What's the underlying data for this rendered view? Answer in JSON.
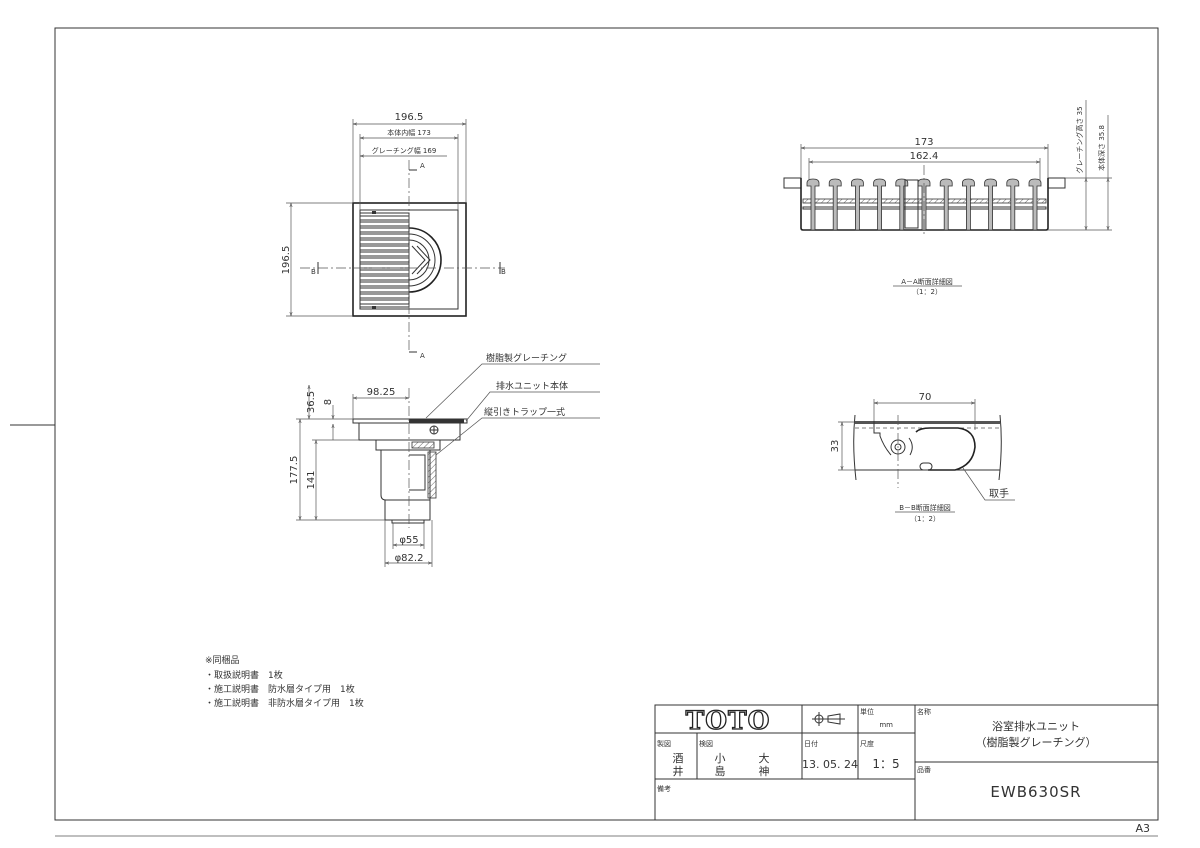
{
  "plan_view": {
    "overall_width": "196.5",
    "inner_width_label": "本体内幅 173",
    "grating_width_label": "グレーチング幅 169",
    "overall_height": "196.5",
    "section_a": "A",
    "section_b": "B"
  },
  "side_view": {
    "dim_98": "98.25",
    "dim_36": "36.5",
    "dim_8": "8",
    "dim_177": "177.5",
    "dim_141": "141",
    "dim_phi55": "φ55",
    "dim_phi82": "φ82.2",
    "callouts": [
      "樹脂製グレーチング",
      "排水ユニット本体",
      "縦引きトラップ一式"
    ]
  },
  "section_aa": {
    "dim_173": "173",
    "dim_162": "162.4",
    "grating_height": "グレーチング高さ 35",
    "body_depth": "本体深さ 35.8",
    "caption": "A－A断面詳細図",
    "scale": "（1：2）"
  },
  "section_bb": {
    "dim_70": "70",
    "dim_33": "33",
    "handle_label": "取手",
    "caption": "B－B断面詳細図",
    "scale": "（1：2）"
  },
  "notes": {
    "title": "※同梱品",
    "items": [
      "・取扱説明書　1枚",
      "・施工説明書　防水層タイプ用　1枚",
      "・施工説明書　非防水層タイプ用　1枚"
    ]
  },
  "title_block": {
    "logo": "TOTO",
    "unit_label": "単位",
    "unit_value": "mm",
    "name_label": "名称",
    "name_line1": "浴室排水ユニット",
    "name_line2": "（樹脂製グレーチング）",
    "drawn_label": "製図",
    "drawn_by_1": "酒",
    "drawn_by_2": "井",
    "checked_label": "検図",
    "checker_a1": "小",
    "checker_a2": "島",
    "checker_b1": "大",
    "checker_b2": "神",
    "date_label": "日付",
    "date_value": "13. 05. 24",
    "scale_label": "尺度",
    "scale_value": "1：5",
    "part_label": "品番",
    "part_number": "EWB630SR",
    "remarks_label": "備考"
  },
  "sheet_size": "A3"
}
